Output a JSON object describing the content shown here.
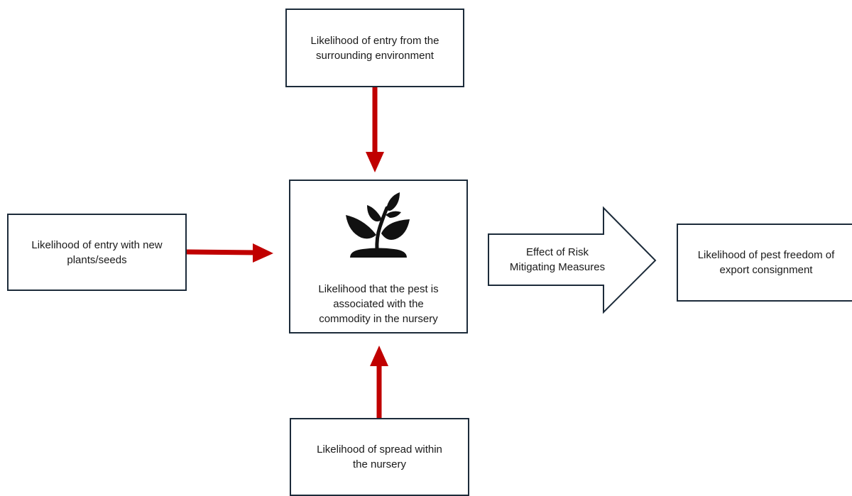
{
  "diagram": {
    "nodes": {
      "surrounding": {
        "label": "Likelihood of entry from the\nsurrounding environment"
      },
      "new_plants": {
        "label": "Likelihood of entry with new\nplants/seeds"
      },
      "nursery": {
        "label": "Likelihood that the pest is\nassociated with the\ncommodity in the nursery",
        "icon": "plant-icon"
      },
      "spread": {
        "label": "Likelihood of spread within\nthe nursery"
      },
      "freedom": {
        "label": "Likelihood of pest freedom of\nexport consignment"
      }
    },
    "mitigation_arrow": {
      "label": "Effect of Risk\nMitigating Measures"
    },
    "colors": {
      "border": "#1c2b3a",
      "arrow_red": "#c00000",
      "icon": "#111111"
    }
  }
}
